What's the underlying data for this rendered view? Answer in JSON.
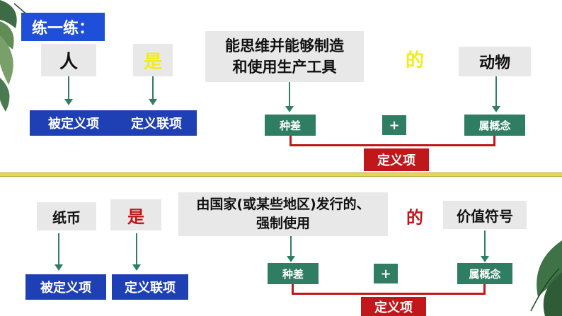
{
  "colors": {
    "accent_blue": "#1f3fb4",
    "title_blue": "#1f4fd8",
    "green": "#2f7d62",
    "red": "#c0171b",
    "yellow_text": "#f1ec1f",
    "divider_yellow": "#e9d64a"
  },
  "title": "练一练：",
  "top": {
    "term": "人",
    "copula": "是",
    "differentia": "能思维并能够制造\n和使用生产工具",
    "particle": "的",
    "genus": "动物",
    "term_label": "被定义项",
    "copula_label": "定义联项",
    "diff_label": "种差",
    "plus": "+",
    "genus_label": "属概念",
    "definiens_label": "定义项"
  },
  "bottom": {
    "term": "纸币",
    "copula": "是",
    "differentia": "由国家(或某些地区)发行的、\n强制使用",
    "particle": "的",
    "genus": "价值符号",
    "term_label": "被定义项",
    "copula_label": "定义联项",
    "diff_label": "种差",
    "plus": "+",
    "genus_label": "属概念",
    "definiens_label": "定义项"
  },
  "icons": [
    "leaf-decoration-icon",
    "down-arrow-icon"
  ]
}
